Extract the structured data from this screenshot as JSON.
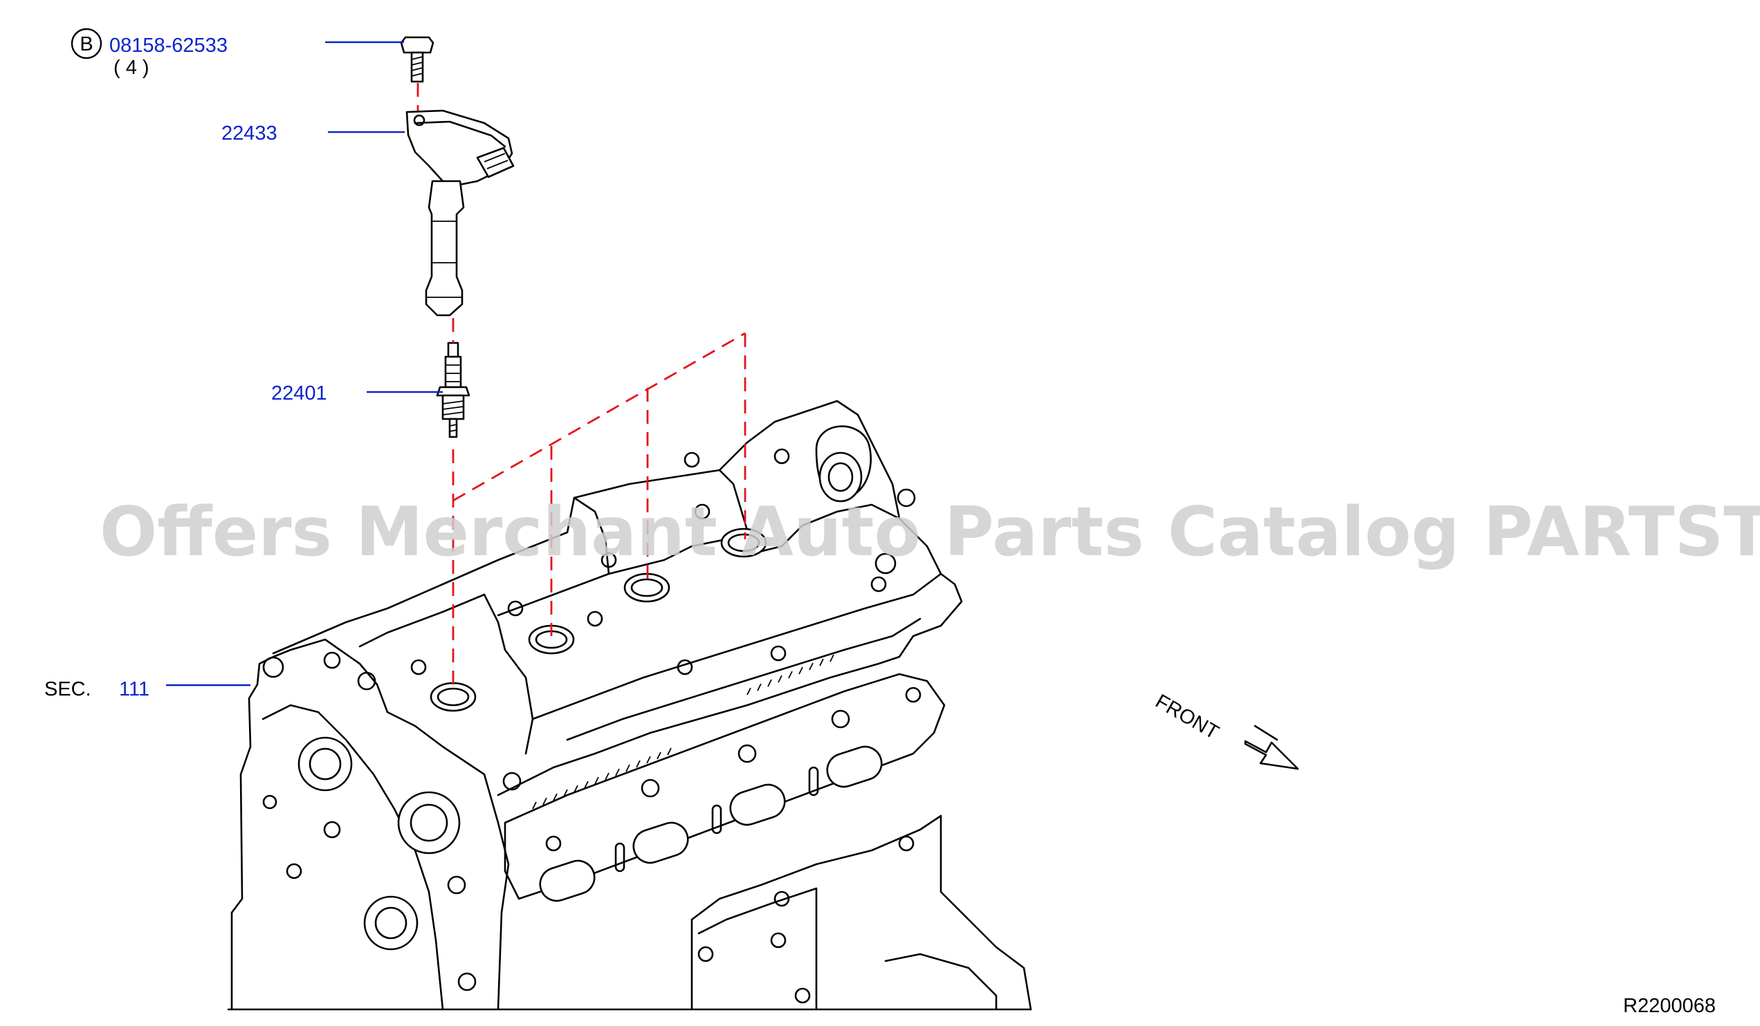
{
  "parts": {
    "bolt": {
      "badge": "B",
      "number": "08158-62533",
      "qty": "( 4 )"
    },
    "ignition_coil": {
      "number": "22433"
    },
    "spark_plug": {
      "number": "22401"
    },
    "section_ref": {
      "prefix": "SEC.",
      "number": "111"
    }
  },
  "direction_label": "FRONT",
  "watermark": "Offers Merchant Auto Parts Catalog PARTSTORE.SA",
  "diagram_id": "R2200068",
  "colors": {
    "part_number": "#0c23c9",
    "leader_line": "#0c23c9",
    "assembly_line": "#e3141d",
    "drawing": "#000000",
    "watermark": "#cfcfcf"
  }
}
